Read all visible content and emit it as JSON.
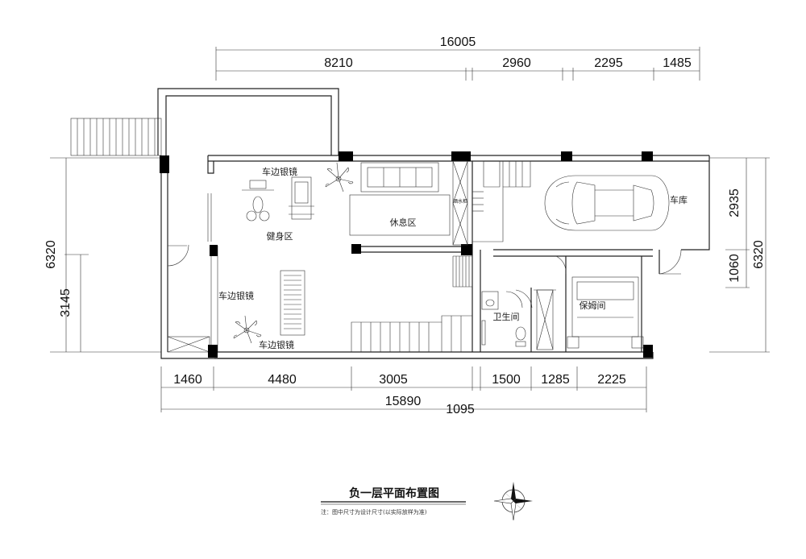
{
  "dimensions": {
    "top_total": "16005",
    "top_segments": [
      "8210",
      "2960",
      "2295",
      "1485"
    ],
    "bottom_segments": [
      "1460",
      "4480",
      "3005",
      "1500",
      "1285",
      "2225"
    ],
    "bottom_total": "15890",
    "bottom_extra": "1095",
    "left_total": "6320",
    "left_part": "3145",
    "right_upper": "2935",
    "right_lower": "1060",
    "right_total": "6320"
  },
  "rooms": {
    "mirror_top": "车边银镜",
    "mirror_left": "车边银镜",
    "mirror_bottom": "车边银镜",
    "gym": "健身区",
    "lounge": "休息区",
    "wine_cabinet": "酒水柜",
    "garage": "车库",
    "maid_room": "保姆间",
    "bathroom": "卫生间"
  },
  "title": "负一层平面布置图",
  "note": "注：图中尺寸为设计尺寸(以实际放样为准)",
  "icons": [
    "plant-icon",
    "car-icon",
    "bed-icon",
    "sofa-icon",
    "stair-icon",
    "compass-icon",
    "toilet-icon",
    "gym-equipment-icon"
  ]
}
